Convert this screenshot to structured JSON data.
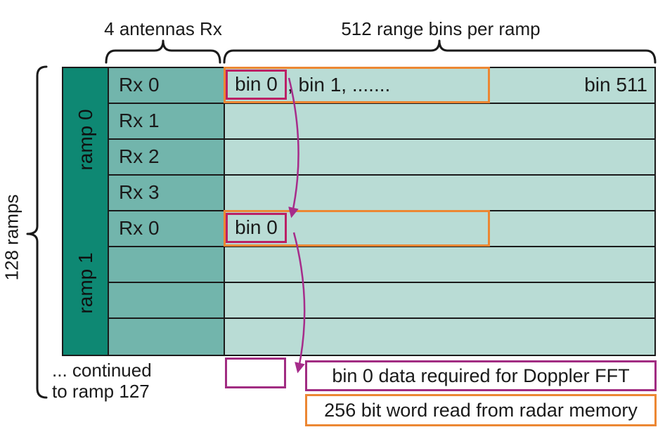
{
  "header": {
    "antennas_label": "4 antennas Rx",
    "range_bins_label": "512 range bins per ramp"
  },
  "left_axis": {
    "ramps_label": "128 ramps"
  },
  "table": {
    "ramp_blocks": [
      {
        "label": "ramp 0",
        "rows": [
          "Rx 0",
          "Rx 1",
          "Rx 2",
          "Rx 3"
        ]
      },
      {
        "label": "ramp 1",
        "rows": [
          "Rx 0",
          "",
          "",
          ""
        ]
      }
    ],
    "ramp0_first_row": {
      "bin0": "bin 0",
      "bins_rest": ", bin 1, .......",
      "bin_last": "bin 511"
    },
    "ramp1_first_row": {
      "bin0": "bin 0"
    }
  },
  "footer": {
    "continued_line1": "... continued",
    "continued_line2": "to ramp 127"
  },
  "legend": {
    "doppler_label": "bin 0 data required for Doppler FFT",
    "word_label": "256 bit word read from radar memory"
  },
  "colors": {
    "dark_teal": "#0e8873",
    "rx_cell_teal": "#72b5ac",
    "bin_cell_teal": "#b9dcd5",
    "bin0_box_magenta": "#bb2065",
    "doppler_purple": "#a12c82",
    "word_orange": "#ec8733",
    "arrow_magenta": "#a62c8a",
    "line_black": "#1a1a1a"
  }
}
